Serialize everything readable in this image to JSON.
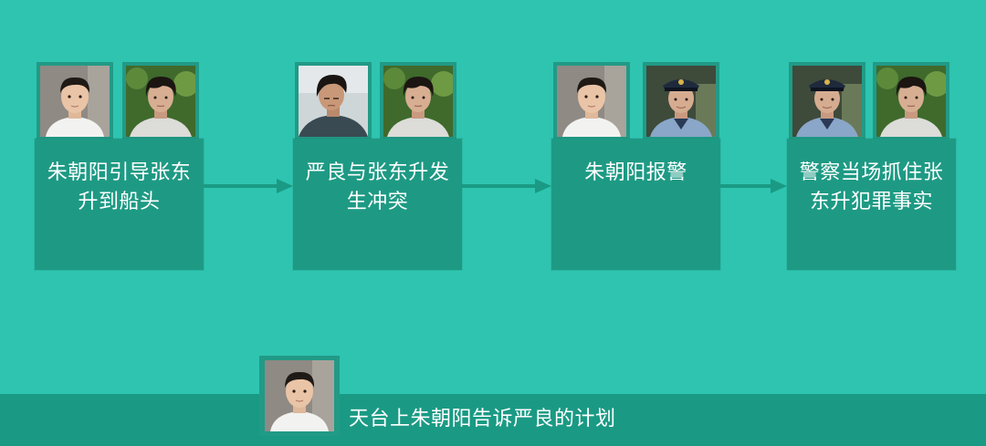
{
  "steps": [
    {
      "label": "朱朝阳引导张东升到船头"
    },
    {
      "label": "严良与张东升发生冲突"
    },
    {
      "label": "朱朝阳报警"
    },
    {
      "label": "警察当场抓住张东升犯罪事实"
    }
  ],
  "footer": {
    "label": "天台上朱朝阳告诉严良的计划"
  },
  "icons": {
    "photo_boy": "boy-portrait-icon",
    "photo_man": "man-portrait-icon",
    "photo_teen": "teen-portrait-icon",
    "photo_police": "police-portrait-icon"
  },
  "colors": {
    "background": "#2ec4b0",
    "card": "#1e9a84",
    "arrow": "#1a9a84"
  }
}
